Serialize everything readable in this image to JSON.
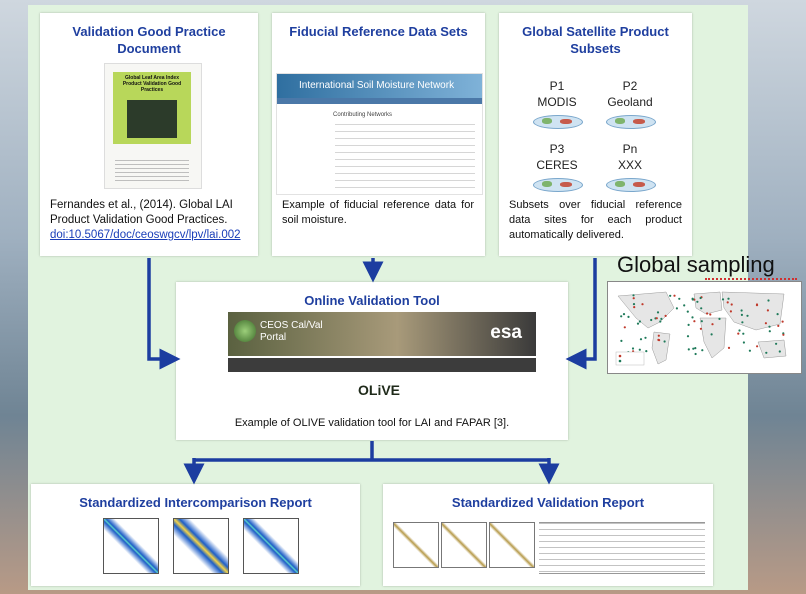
{
  "cards": {
    "validation_doc": {
      "title": "Validation Good Practice Document",
      "thumb_title": "Global Leaf Area Index Product Validation Good Practices",
      "text": "Fernandes et al., (2014). Global LAI Product Validation Good Practices.",
      "link": "doi:10.5067/doc/ceoswgcv/lpv/lai.002"
    },
    "fiducial": {
      "title": "Fiducial Reference Data Sets",
      "thumb_banner": "International Soil Moisture Network",
      "thumb_heading": "Contributing Networks",
      "text": "Example of fiducial reference data for soil moisture."
    },
    "satellite": {
      "title": "Global Satellite Product Subsets",
      "products": [
        {
          "id": "P1",
          "name": "MODIS"
        },
        {
          "id": "P2",
          "name": "Geoland"
        },
        {
          "id": "P3",
          "name": "CERES"
        },
        {
          "id": "Pn",
          "name": "XXX"
        }
      ],
      "text": "Subsets over fiducial reference data sites for each product automatically delivered."
    },
    "olive": {
      "title": "Online Validation Tool",
      "thumb_logo_line1": "CEOS Cal/Val",
      "thumb_logo_line2": "Portal",
      "thumb_esa": "esa",
      "thumb_olive": "OLiVE",
      "caption": "Example of OLIVE validation tool for LAI and FAPAR [3]."
    },
    "intercomparison": {
      "title": "Standardized Intercomparison Report"
    },
    "validation_report": {
      "title": "Standardized Validation Report"
    }
  },
  "global_sampling": {
    "title": "Global sampling"
  },
  "colors": {
    "title_blue": "#1f3f9f",
    "arrow_blue": "#1c3da0",
    "panel_green": "#e1f3df"
  }
}
